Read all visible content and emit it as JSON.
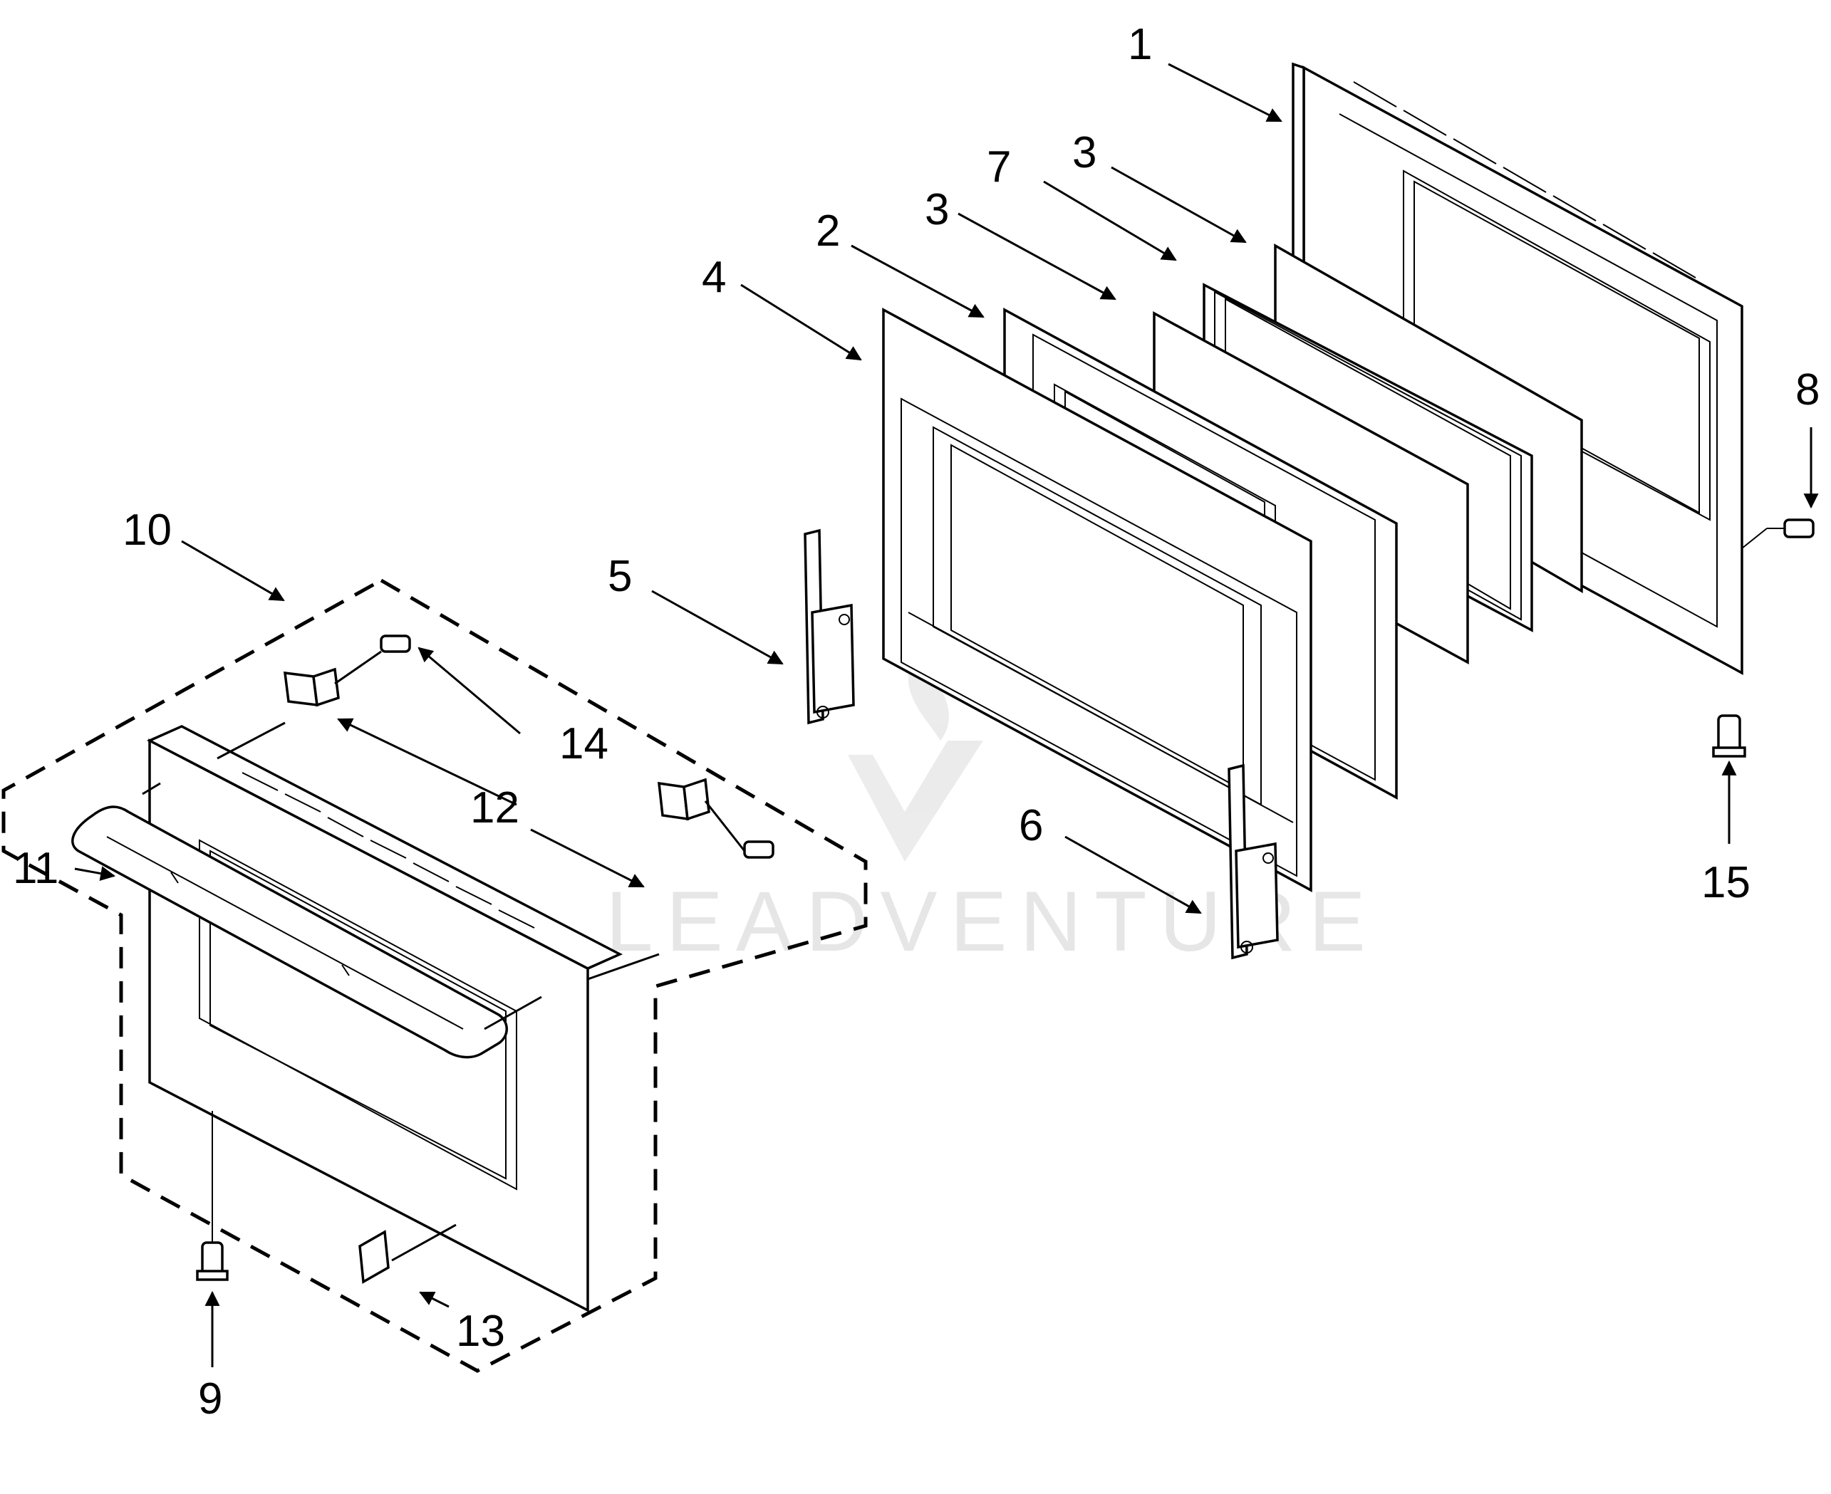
{
  "callouts": [
    {
      "id": "1",
      "label": "1"
    },
    {
      "id": "2",
      "label": "2"
    },
    {
      "id": "3a",
      "label": "3"
    },
    {
      "id": "3b",
      "label": "3"
    },
    {
      "id": "4",
      "label": "4"
    },
    {
      "id": "5",
      "label": "5"
    },
    {
      "id": "6",
      "label": "6"
    },
    {
      "id": "7",
      "label": "7"
    },
    {
      "id": "8",
      "label": "8"
    },
    {
      "id": "9",
      "label": "9"
    },
    {
      "id": "10",
      "label": "10"
    },
    {
      "id": "11",
      "label": "11"
    },
    {
      "id": "12",
      "label": "12"
    },
    {
      "id": "13",
      "label": "13"
    },
    {
      "id": "14",
      "label": "14"
    },
    {
      "id": "15",
      "label": "15"
    }
  ],
  "watermark": {
    "text": "LEADVENTURE"
  }
}
